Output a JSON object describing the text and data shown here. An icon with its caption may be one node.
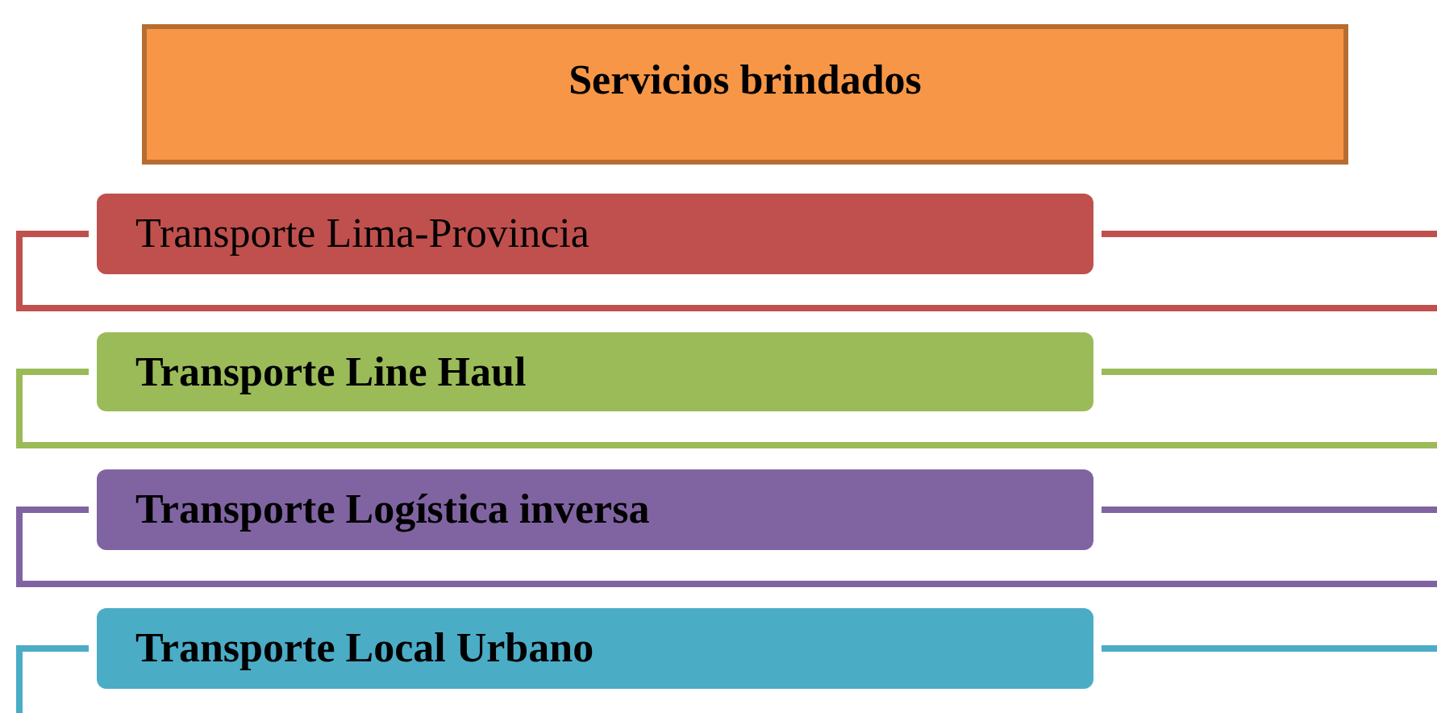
{
  "diagram": {
    "nodes": [
      {
        "text": [
          "Servicios brindados"
        ]
      },
      {
        "text": [
          "Transporte Lima-Provincia"
        ]
      },
      {
        "text": [
          "Transporte Line Haul"
        ]
      },
      {
        "text": [
          "Transporte Logística inversa"
        ]
      },
      {
        "text": [
          "Transporte Local Urbano"
        ]
      }
    ],
    "edges": []
  }
}
